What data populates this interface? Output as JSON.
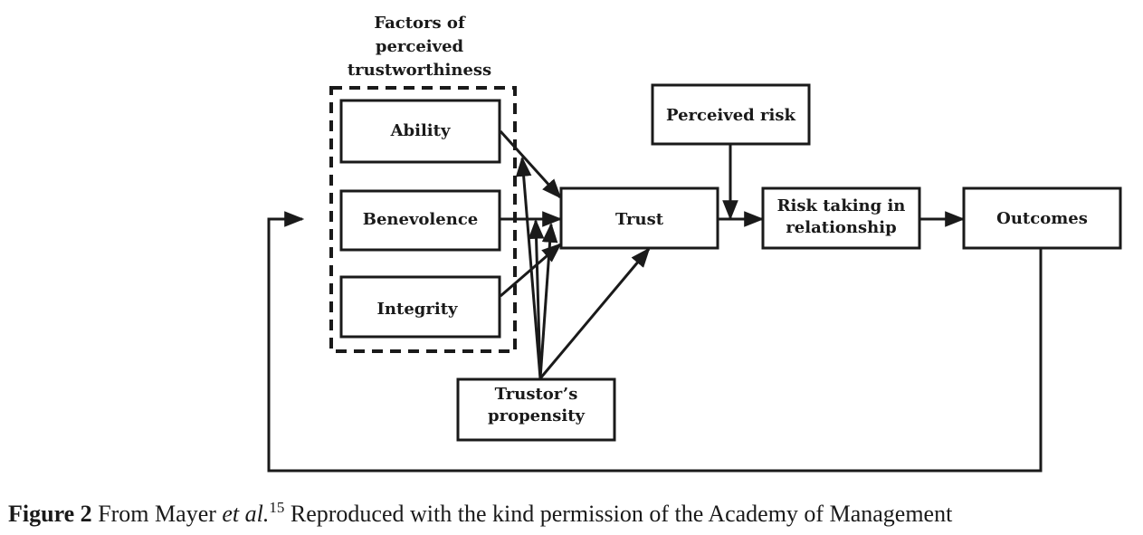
{
  "group_label": [
    "Factors of",
    "perceived",
    "trustworthiness"
  ],
  "nodes": {
    "ability": "Ability",
    "benevolence": "Benevolence",
    "integrity": "Integrity",
    "trust": "Trust",
    "perceived_risk": "Perceived risk",
    "risk_taking": [
      "Risk taking in",
      "relationship"
    ],
    "outcomes": "Outcomes",
    "propensity": [
      "Trustor’s",
      "propensity"
    ]
  },
  "caption": {
    "figure": "Figure 2",
    "text_before": "From Mayer",
    "etal": "et al.",
    "ref": "15",
    "text_after": "Reproduced with the kind permission of the Academy of Management"
  }
}
